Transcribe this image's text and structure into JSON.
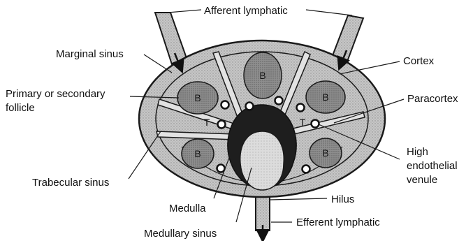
{
  "diagram": {
    "labels": {
      "afferent_lymphatic": "Afferent lymphatic",
      "marginal_sinus": "Marginal sinus",
      "cortex": "Cortex",
      "primary_follicle_line1": "Primary or secondary",
      "primary_follicle_line2": "follicle",
      "paracortex": "Paracortex",
      "high_endothelial_line1": "High",
      "high_endothelial_line2": "endothelial",
      "high_endothelial_line3": "venule",
      "trabecular_sinus": "Trabecular sinus",
      "hilus": "Hilus",
      "medulla": "Medulla",
      "efferent_lymphatic": "Efferent lymphatic",
      "medullary_sinus": "Medullary sinus"
    },
    "b_cell_label": "B",
    "t_cell_label": "T",
    "colors": {
      "capsule_fill": "#c9c9c9",
      "stroke": "#1a1a1a",
      "follicle_fill": "#8f8f8f",
      "medulla_fill": "#1e1e1e",
      "medullary_sinus_fill": "#d8d8d8"
    }
  }
}
